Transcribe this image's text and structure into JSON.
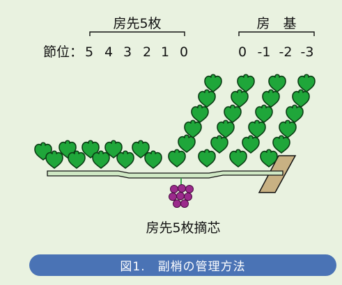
{
  "labels": {
    "fusaki_group": "房先5枚",
    "fusa_ki": "房　基",
    "setsui": "節位：",
    "bottom_label": "房先5枚摘芯",
    "figure_caption": "図1.　副梢の管理方法"
  },
  "positions": [
    "5",
    "4",
    "3",
    "2",
    "1",
    "0",
    "0",
    "-1",
    "-2",
    "-3"
  ],
  "colors": {
    "background": "#e9f2e0",
    "leaf": "#1fa63a",
    "leaf_stroke": "#0b3d14",
    "cane": "#cfe8c4",
    "grape": "#9b2a8c",
    "support": "#c8b183",
    "caption_bar": "#4a73b5"
  }
}
